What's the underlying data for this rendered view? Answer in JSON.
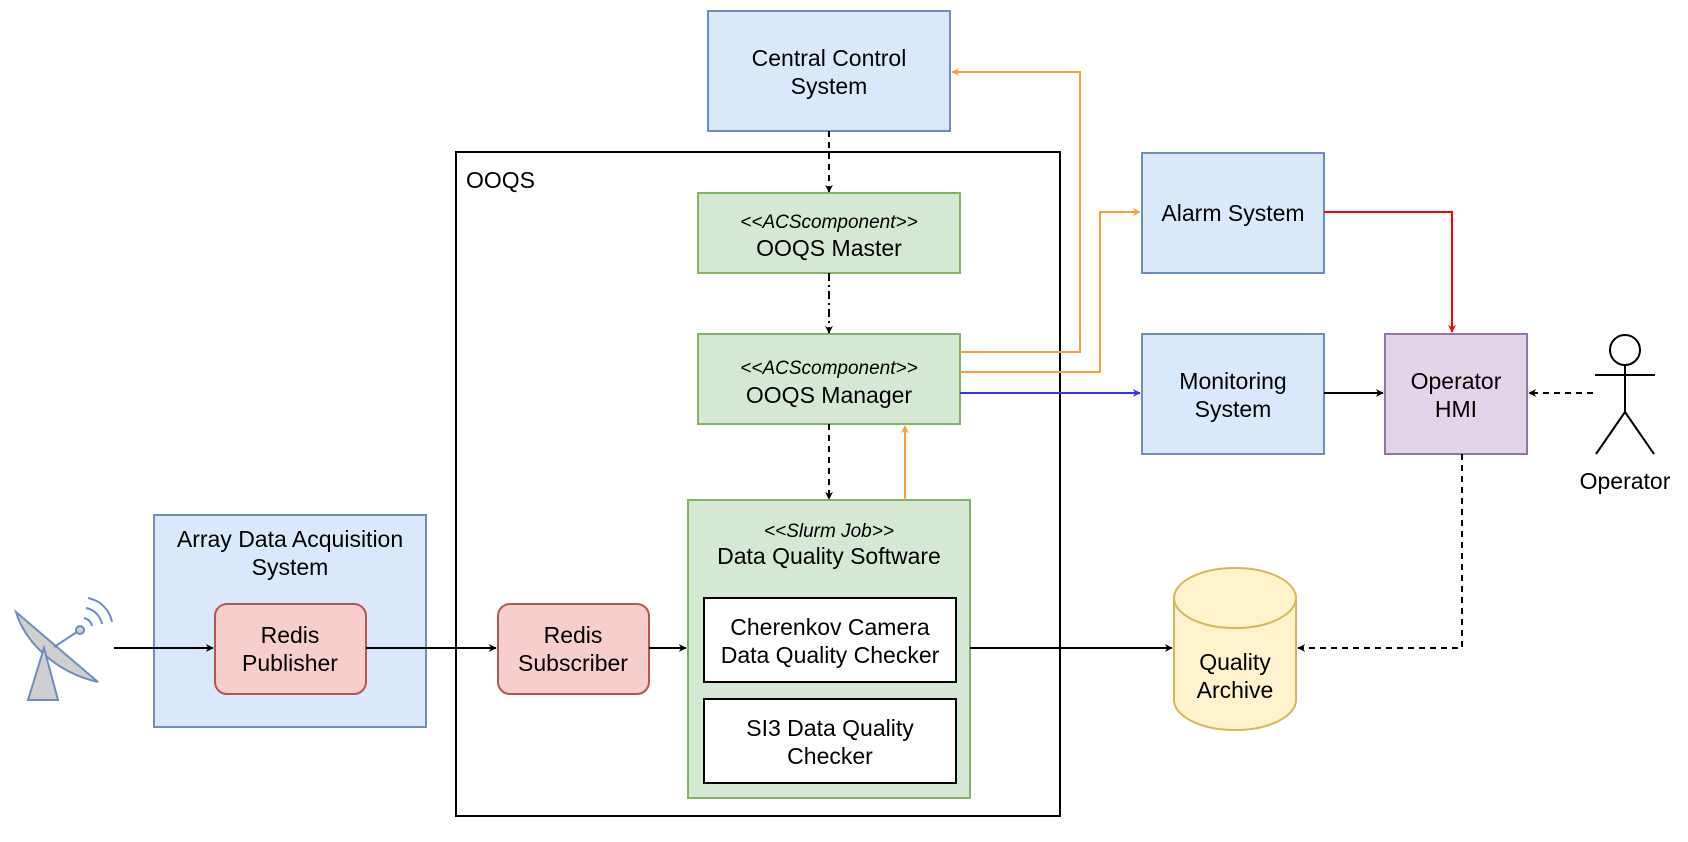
{
  "nodes": {
    "central_control": {
      "line1": "Central Control",
      "line2": "System"
    },
    "ooqs_frame": {
      "label": "OOQS"
    },
    "ooqs_master": {
      "stereotype": "<<ACScomponent>>",
      "label": "OOQS Master"
    },
    "ooqs_manager": {
      "stereotype": "<<ACScomponent>>",
      "label": "OOQS Manager"
    },
    "alarm_system": {
      "label": "Alarm System"
    },
    "monitoring_system": {
      "line1": "Monitoring",
      "line2": "System"
    },
    "operator_hmi": {
      "line1": "Operator",
      "line2": "HMI"
    },
    "operator": {
      "label": "Operator"
    },
    "data_quality_software": {
      "stereotype": "<<Slurm Job>>",
      "label": "Data Quality Software"
    },
    "cherenkov_checker": {
      "line1": "Cherenkov Camera",
      "line2": "Data Quality Checker"
    },
    "si3_checker": {
      "line1": "SI3 Data Quality",
      "line2": "Checker"
    },
    "array_daq": {
      "line1": "Array Data Acquisition",
      "line2": "System"
    },
    "redis_publisher": {
      "line1": "Redis",
      "line2": "Publisher"
    },
    "redis_subscriber": {
      "line1": "Redis",
      "line2": "Subscriber"
    },
    "quality_archive": {
      "line1": "Quality",
      "line2": "Archive"
    }
  },
  "colors": {
    "orange_edge": "#f5a13d",
    "blue_edge": "#3333ff",
    "red_edge": "#ff0000",
    "black_edge": "#000000"
  }
}
